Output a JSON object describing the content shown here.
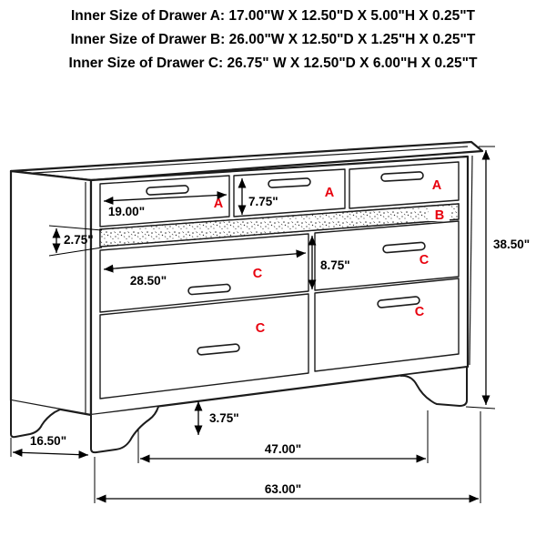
{
  "header": {
    "lines": [
      "Inner Size of Drawer A: 17.00\"W X 12.50\"D X 5.00\"H X 0.25\"T",
      "Inner Size of Drawer B: 26.00\"W X 12.50\"D X 1.25\"H X 0.25\"T",
      "Inner Size of Drawer C: 26.75\" W X 12.50\"D X 6.00\"H X 0.25\"T"
    ]
  },
  "diagram": {
    "type": "furniture-dimension-line-drawing",
    "item": "seven-drawer dresser with jewelry drawer strip and bracket feet",
    "colors": {
      "line": "#1c1c1c",
      "dimension_text": "#000000",
      "label_red": "#e8000d",
      "background": "#ffffff"
    },
    "drawer_labels": {
      "a": "A",
      "b": "B",
      "c": "C"
    },
    "measurements": {
      "a_width": "19.00\"",
      "a_height": "7.75\"",
      "b_height": "2.75\"",
      "c_width": "28.50\"",
      "c_height": "8.75\"",
      "overall_height": "38.50\"",
      "leg_height": "3.75\"",
      "depth": "16.50\"",
      "between_legs_width": "47.00\"",
      "overall_width": "63.00\""
    }
  }
}
